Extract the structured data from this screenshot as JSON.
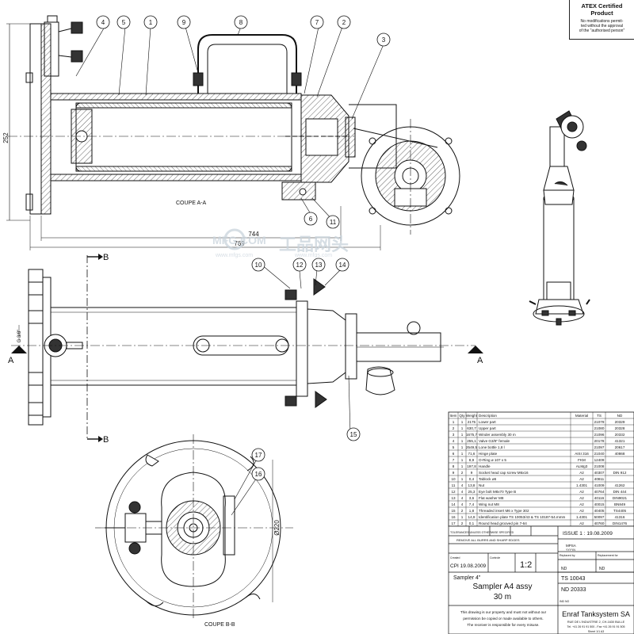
{
  "atex": {
    "title": "ATEX Certified Product",
    "note": [
      "No modifications permit-",
      "ted without the approval",
      "of the \"authorised person\""
    ]
  },
  "balloons": [
    "1",
    "2",
    "3",
    "4",
    "5",
    "6",
    "7",
    "8",
    "9",
    "10",
    "11",
    "12",
    "13",
    "14",
    "15",
    "16",
    "17"
  ],
  "dimensions": {
    "d252": "252",
    "d744": "744",
    "d769": "769",
    "d220": "Ø220",
    "g": "G 3/8\""
  },
  "sections": {
    "a": "A",
    "b": "B",
    "coupe_aa": "COUPE A-A",
    "coupe_bb": "COUPE B-B"
  },
  "bom": {
    "headers": [
      "Item",
      "Qty",
      "Weight",
      "Description",
      "Material",
      "TS",
      "ND"
    ],
    "rows": [
      [
        "1",
        "1",
        "2175",
        "Lower part",
        "",
        "21079",
        "20329"
      ],
      [
        "2",
        "1",
        "630,7",
        "Upper part",
        "",
        "21080",
        "20328"
      ],
      [
        "3",
        "1",
        "1675,7",
        "Winder assembly 30 m",
        "",
        "21096",
        "20332"
      ],
      [
        "4",
        "1",
        "255,1",
        "Valve G3/8\" female",
        "",
        "20178",
        "41321"
      ],
      [
        "5",
        "1",
        "2549,5",
        "Lone bottle 1,8 l",
        "",
        "21097",
        "20617"
      ],
      [
        "6",
        "1",
        "71,6",
        "Hinge plate",
        "AISI 316",
        "21040",
        "40868"
      ],
      [
        "7",
        "1",
        "8,9",
        "O-Ring ø 107 x 5",
        "FKM",
        "12409",
        ""
      ],
      [
        "8",
        "1",
        "197,8",
        "Handle",
        "ALMg3",
        "21008",
        ""
      ],
      [
        "9",
        "2",
        "9",
        "Socket head cap screw M6x16",
        "A2",
        "40307",
        "DIN 912"
      ],
      [
        "10",
        "1",
        "0,4",
        "Tablock ø6",
        "A2",
        "40811",
        ""
      ],
      [
        "11",
        "4",
        "13,8",
        "Nut",
        "1.4301",
        "41009",
        "41262"
      ],
      [
        "12",
        "4",
        "25,3",
        "Eye bolt M8x70 Type B",
        "A2",
        "40764",
        "DIN 444"
      ],
      [
        "13",
        "4",
        "3,6",
        "Flat washer M8",
        "A2",
        "40116",
        "DIN9021"
      ],
      [
        "14",
        "4",
        "7,4",
        "Wing nut M8",
        "A2",
        "40015",
        "BN849"
      ],
      [
        "15",
        "2",
        "1,8",
        "Threaded insert M6 x Type 302",
        "A2",
        "40405",
        "TS4405"
      ],
      [
        "16",
        "1",
        "14,9",
        "Identification plate TS 10053/43 & TS 10187-54.mmm",
        "1.4301",
        "50097",
        "41316"
      ],
      [
        "17",
        "2",
        "0,1",
        "Round head grooved pin 7-64",
        "A2",
        "40760",
        "DIN1476"
      ]
    ]
  },
  "title_block": {
    "general_tol": "TOLERANCES UNLESS OTHERWISE SPECIFIED",
    "remove_burrs": "REMOVE ALL BURRS AND SHARP EDGES",
    "issue": "ISSUE  1 : 19.08.2009",
    "scale": "1:2",
    "created_label": "Created",
    "created_by": "CPI   19.08.2009",
    "checked_label": "Controle",
    "drawn_initials": "MPSA",
    "drawn_sub": "YYYYN",
    "replaced_by_label": "Replaced by",
    "replaced_by": "ND",
    "replacement_for_label": "Replacement for",
    "replacement_for": "ND",
    "sampler": "Sampler 4\"",
    "assy_title": "Sampler A4 assy",
    "assy_len": "30 m",
    "ts": "TS 10043",
    "nd": "ND 20333",
    "nd_label": "IND NO",
    "note": [
      "This drawing is our property and must not without our",
      "permission be copied or made available to others.",
      "The receiver is responsible for every misuse."
    ],
    "company": "Enraf Tanksystem SA",
    "address": "RUE DE L'INDUSTRIE 2, CH-1630 BULLE",
    "tel": "Tel. +41 26 91 91 500 - Fax +41 26 91 91 505",
    "sheet": "Sheet 1/1  A3"
  },
  "watermark": {
    "brand": "MFG.COM",
    "site": "www.mfgs.com",
    "cn": "工品网头"
  }
}
